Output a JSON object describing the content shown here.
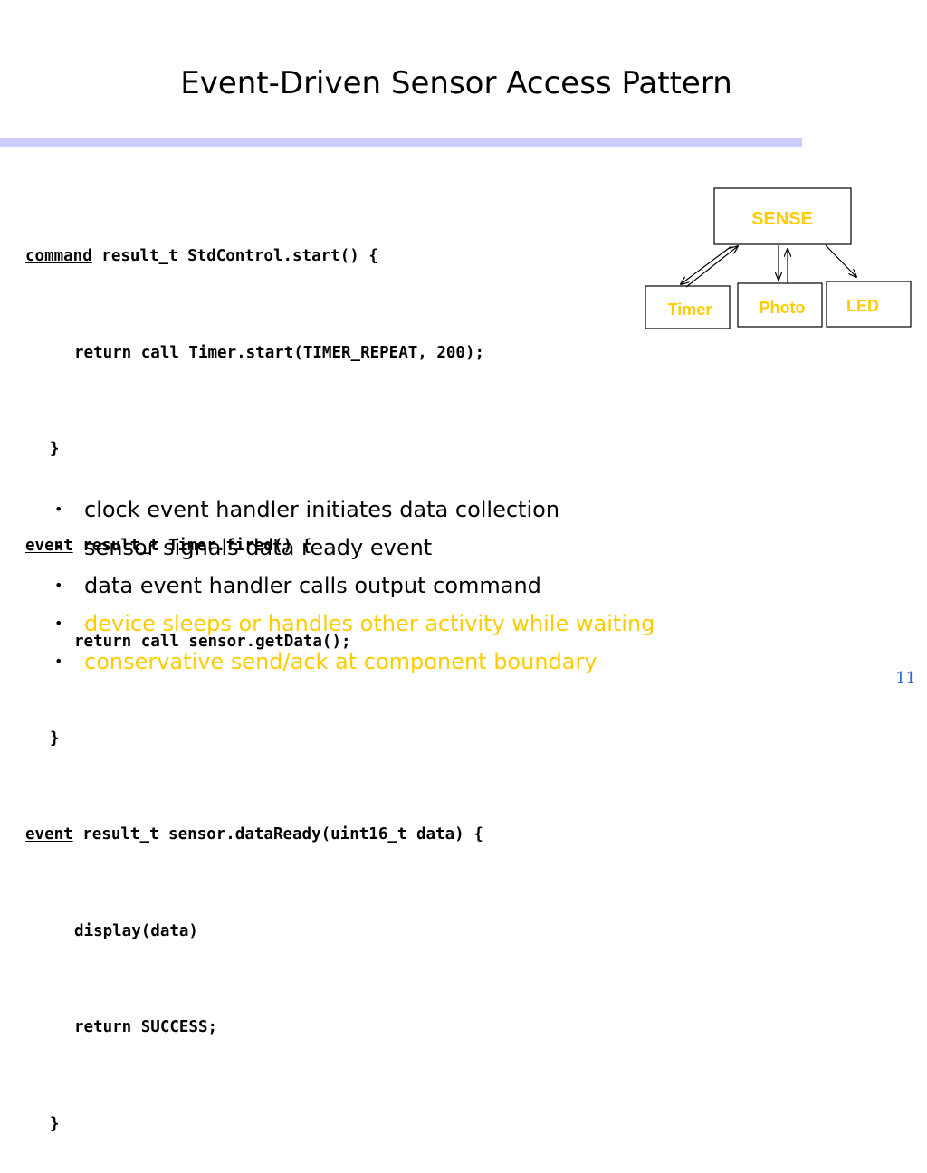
{
  "title": "Event-Driven Sensor Access Pattern",
  "code": {
    "line1": {
      "kw": "command",
      "rest": " result_t StdControl.start() {"
    },
    "line2": "return call Timer.start(TIMER_REPEAT, 200);",
    "line3": "}",
    "line4": {
      "kw": "event",
      "rest": " result_t Timer.fired() {"
    },
    "line5": "return call sensor.getData();",
    "line6": "}",
    "line7": {
      "kw": "event",
      "rest": " result_t sensor.dataReady(uint16_t data) {"
    },
    "line8": "display(data)",
    "line9": "return SUCCESS;",
    "line10": "}"
  },
  "diagram": {
    "sense_label": "SENSE",
    "timer_label": "Timer",
    "photo_label": "Photo",
    "led_label": "LED",
    "sense_color": "#ffcc00",
    "child_label_color": "#ffcc00"
  },
  "bullets": [
    {
      "text": "clock event handler initiates data collection",
      "color": "#000000"
    },
    {
      "text": "sensor signals data ready event",
      "color": "#000000"
    },
    {
      "text": "data event handler calls output command",
      "color": "#000000"
    },
    {
      "text": "device sleeps or handles other activity while waiting",
      "color": "#ffcc00"
    },
    {
      "text": "conservative send/ack at component boundary",
      "color": "#ffcc00"
    }
  ],
  "page_number": "11",
  "colors": {
    "title_bar": "#ccccff",
    "accent_gold": "#ffcc00",
    "page_number": "#3366cc"
  }
}
